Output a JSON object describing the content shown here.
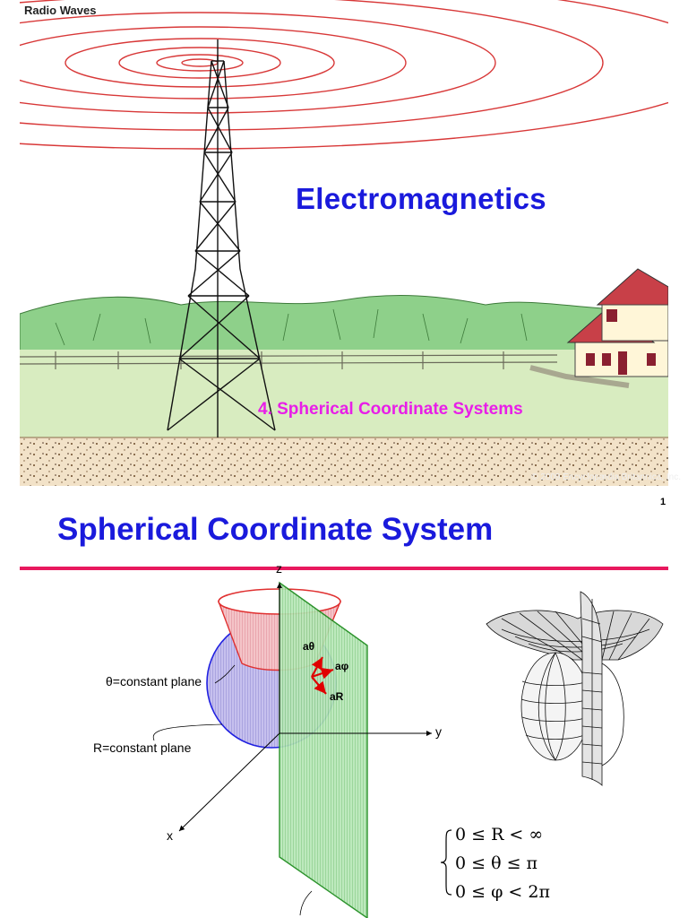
{
  "slide1": {
    "caption": "Radio Waves",
    "title": "Electromagnetics",
    "subtitle": "4. Spherical Coordinate Systems",
    "copyright": "© 2009 Encyclopædia Britannica, Inc."
  },
  "slide2": {
    "page_number": "1",
    "title": "Spherical Coordinate System",
    "axes": {
      "z": "z",
      "y": "y",
      "x": "x"
    },
    "labels": {
      "theta_plane": "θ=constant plane",
      "r_plane": "R=constant plane"
    },
    "unit_vectors": {
      "a_phi": "aφ",
      "a_theta": "aθ",
      "a_r": "aR"
    },
    "inequalities": [
      "0 ≤ R < ∞",
      "0 ≤ θ ≤ π",
      "0 ≤ φ < 2π"
    ]
  },
  "colors": {
    "title_blue": "#1a1adc",
    "subtitle_magenta": "#e81ee8",
    "rule_pink": "#e8185e",
    "sphere_blue": "#b8b0e8",
    "cone_red": "#f0b0b8",
    "plane_green": "#9ad89a"
  }
}
